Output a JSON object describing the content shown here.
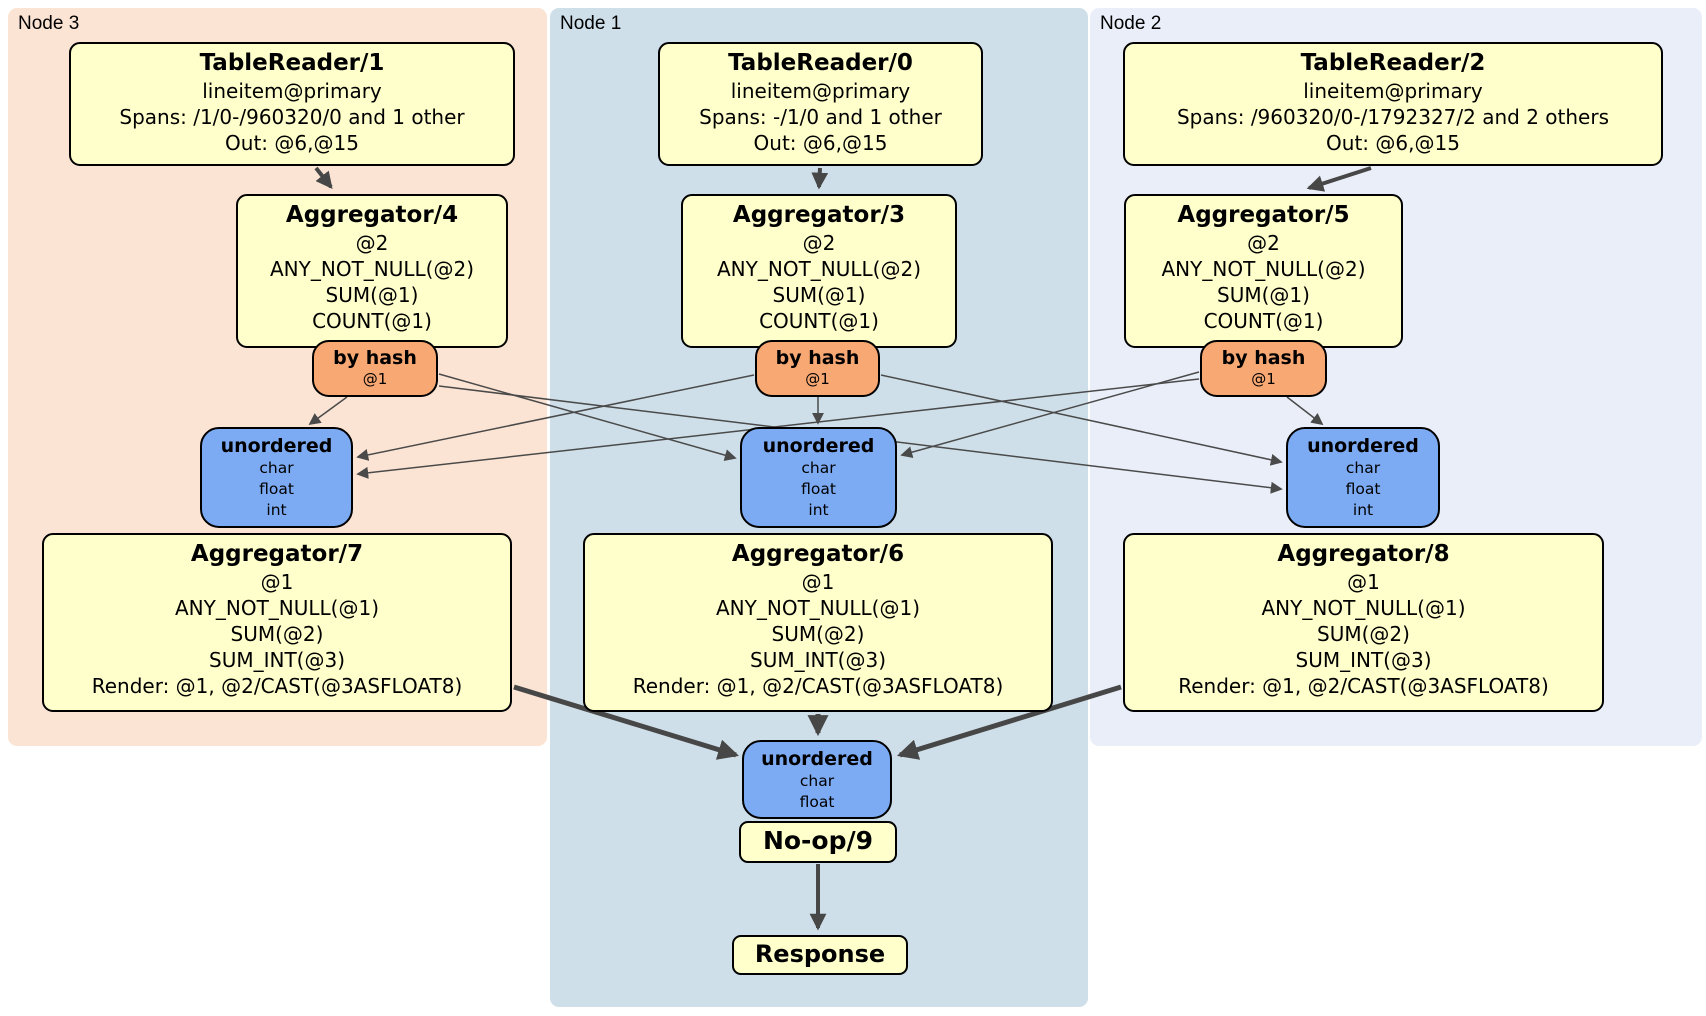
{
  "colors": {
    "node3_bg": "#fce4d4",
    "node1_bg": "#cfdfe9",
    "node2_bg": "#e9eef8",
    "processor_bg": "#ffffcc",
    "router_bg": "#f7a873",
    "sync_bg": "#7cabf3",
    "border": "#000000",
    "edge": "#474747"
  },
  "nodes": [
    {
      "id": "node3",
      "label": "Node 3"
    },
    {
      "id": "node1",
      "label": "Node 1"
    },
    {
      "id": "node2",
      "label": "Node 2"
    }
  ],
  "processors": {
    "tr1": {
      "title": "TableReader/1",
      "lines": [
        "lineitem@primary",
        "Spans: /1/0-/960320/0 and 1 other",
        "Out: @6,@15"
      ]
    },
    "tr0": {
      "title": "TableReader/0",
      "lines": [
        "lineitem@primary",
        "Spans: -/1/0 and 1 other",
        "Out: @6,@15"
      ]
    },
    "tr2": {
      "title": "TableReader/2",
      "lines": [
        "lineitem@primary",
        "Spans: /960320/0-/1792327/2 and 2 others",
        "Out: @6,@15"
      ]
    },
    "agg4": {
      "title": "Aggregator/4",
      "lines": [
        "@2",
        "ANY_NOT_NULL(@2)",
        "SUM(@1)",
        "COUNT(@1)"
      ]
    },
    "agg3": {
      "title": "Aggregator/3",
      "lines": [
        "@2",
        "ANY_NOT_NULL(@2)",
        "SUM(@1)",
        "COUNT(@1)"
      ]
    },
    "agg5": {
      "title": "Aggregator/5",
      "lines": [
        "@2",
        "ANY_NOT_NULL(@2)",
        "SUM(@1)",
        "COUNT(@1)"
      ]
    },
    "agg7": {
      "title": "Aggregator/7",
      "lines": [
        "@1",
        "ANY_NOT_NULL(@1)",
        "SUM(@2)",
        "SUM_INT(@3)",
        "Render: @1, @2/CAST(@3ASFLOAT8)"
      ]
    },
    "agg6": {
      "title": "Aggregator/6",
      "lines": [
        "@1",
        "ANY_NOT_NULL(@1)",
        "SUM(@2)",
        "SUM_INT(@3)",
        "Render: @1, @2/CAST(@3ASFLOAT8)"
      ]
    },
    "agg8": {
      "title": "Aggregator/8",
      "lines": [
        "@1",
        "ANY_NOT_NULL(@1)",
        "SUM(@2)",
        "SUM_INT(@3)",
        "Render: @1, @2/CAST(@3ASFLOAT8)"
      ]
    },
    "noop": {
      "title": "No-op/9"
    },
    "response": {
      "title": "Response"
    }
  },
  "routers": [
    {
      "node": "node3",
      "label": "by hash",
      "key": "@1"
    },
    {
      "node": "node1",
      "label": "by hash",
      "key": "@1"
    },
    {
      "node": "node2",
      "label": "by hash",
      "key": "@1"
    }
  ],
  "syncs": [
    {
      "node": "node3",
      "label": "unordered",
      "types": [
        "char",
        "float",
        "int"
      ]
    },
    {
      "node": "node1",
      "label": "unordered",
      "types": [
        "char",
        "float",
        "int"
      ]
    },
    {
      "node": "node2",
      "label": "unordered",
      "types": [
        "char",
        "float",
        "int"
      ]
    }
  ],
  "final_sync": {
    "label": "unordered",
    "types": [
      "char",
      "float"
    ]
  },
  "edges": [
    {
      "from": "TableReader/1",
      "to": "Aggregator/4"
    },
    {
      "from": "TableReader/0",
      "to": "Aggregator/3"
    },
    {
      "from": "TableReader/2",
      "to": "Aggregator/5"
    },
    {
      "from": "Aggregator/4 by hash router",
      "to": "unordered sync Node 3"
    },
    {
      "from": "Aggregator/4 by hash router",
      "to": "unordered sync Node 1"
    },
    {
      "from": "Aggregator/4 by hash router",
      "to": "unordered sync Node 2"
    },
    {
      "from": "Aggregator/3 by hash router",
      "to": "unordered sync Node 3"
    },
    {
      "from": "Aggregator/3 by hash router",
      "to": "unordered sync Node 1"
    },
    {
      "from": "Aggregator/3 by hash router",
      "to": "unordered sync Node 2"
    },
    {
      "from": "Aggregator/5 by hash router",
      "to": "unordered sync Node 3"
    },
    {
      "from": "Aggregator/5 by hash router",
      "to": "unordered sync Node 1"
    },
    {
      "from": "Aggregator/5 by hash router",
      "to": "unordered sync Node 2"
    },
    {
      "from": "Aggregator/7",
      "to": "final unordered sync"
    },
    {
      "from": "Aggregator/6",
      "to": "final unordered sync"
    },
    {
      "from": "Aggregator/8",
      "to": "final unordered sync"
    },
    {
      "from": "No-op/9",
      "to": "Response"
    }
  ]
}
